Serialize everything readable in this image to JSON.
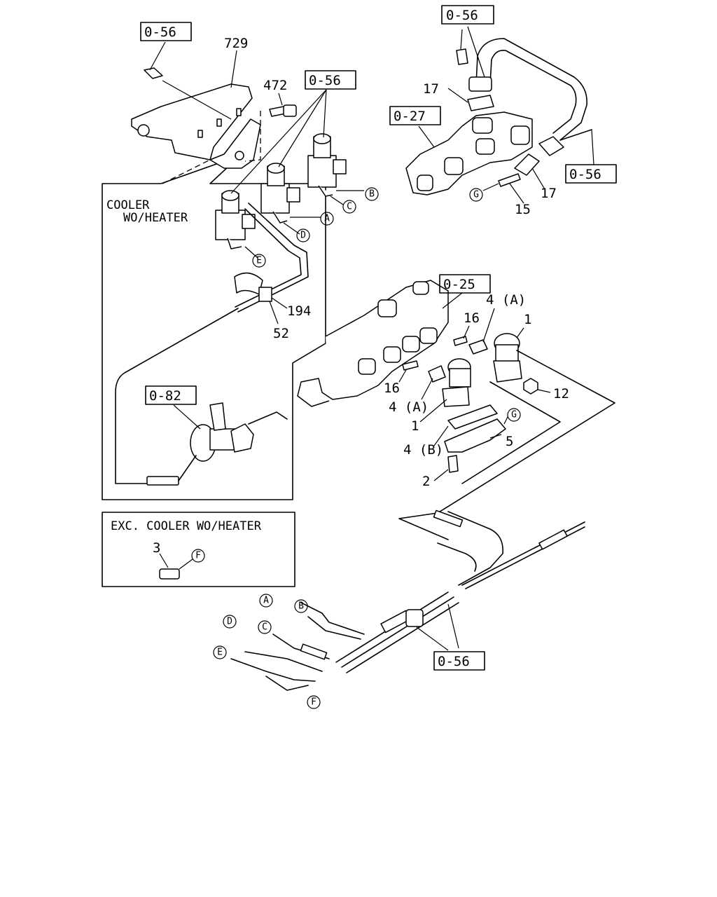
{
  "refs": {
    "r1": "0-56",
    "r2": "0-56",
    "r3": "0-56",
    "r4": "0-27",
    "r5": "0-56",
    "r6": "0-25",
    "r7": "0-82",
    "r8": "0-56"
  },
  "parts": {
    "p729": "729",
    "p472": "472",
    "p17a": "17",
    "p17b": "17",
    "p15": "15",
    "p194": "194",
    "p52": "52",
    "p16a": "16",
    "p16b": "16",
    "p4a1": "4 (A)",
    "p4a2": "4 (A)",
    "p1a": "1",
    "p1b": "1",
    "p12": "12",
    "p4b": "4 (B)",
    "p5": "5",
    "p2": "2",
    "p3": "3"
  },
  "circles": {
    "A": "A",
    "B": "B",
    "C": "C",
    "D": "D",
    "E": "E",
    "F": "F",
    "G": "G"
  },
  "boxes": {
    "cooler_title_1": "COOLER",
    "cooler_title_2": "WO/HEATER",
    "exc_title": "EXC. COOLER WO/HEATER"
  }
}
